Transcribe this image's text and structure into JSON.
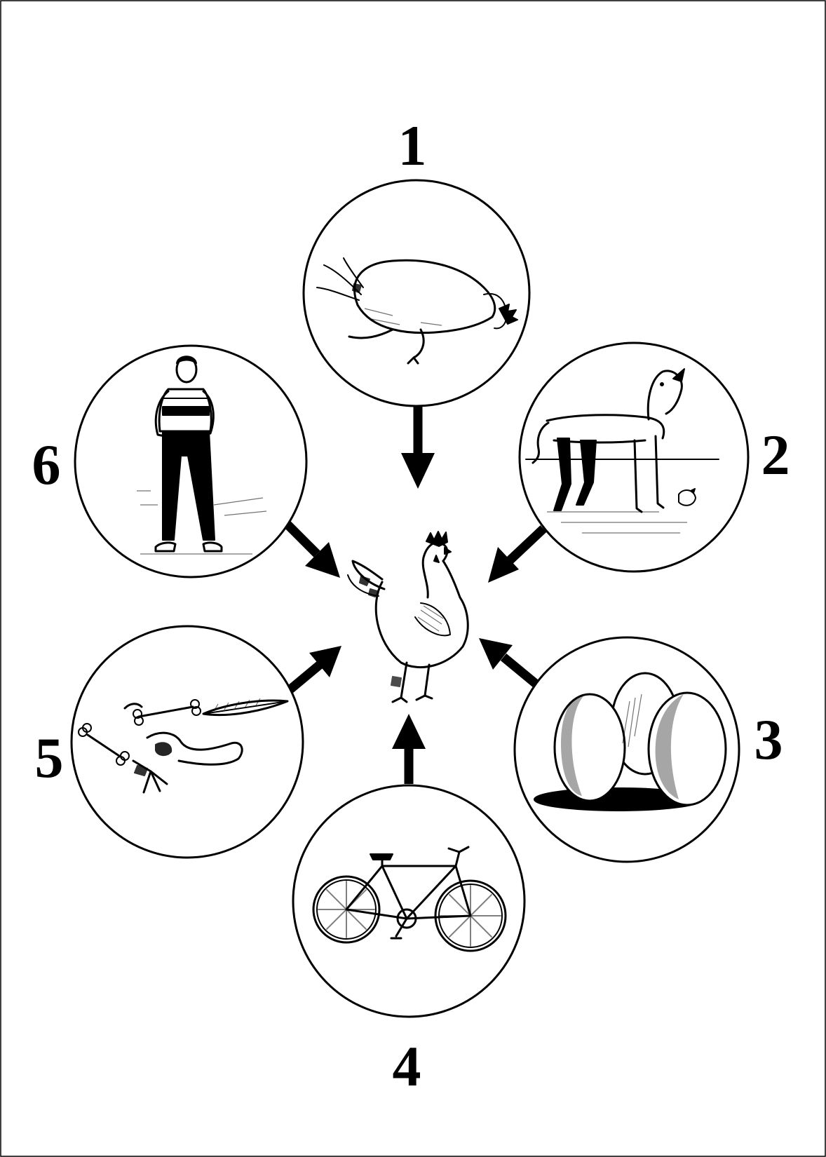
{
  "diagram": {
    "center": {
      "subject": "rooster",
      "icon": "rooster-icon"
    },
    "nodes": [
      {
        "label": "1",
        "subject": "dead-chicken",
        "icon": "dead-chicken-icon"
      },
      {
        "label": "2",
        "subject": "dog",
        "icon": "dog-icon"
      },
      {
        "label": "3",
        "subject": "eggs",
        "icon": "eggs-icon"
      },
      {
        "label": "4",
        "subject": "bicycle",
        "icon": "bicycle-icon"
      },
      {
        "label": "5",
        "subject": "bones-and-feathers",
        "icon": "bones-feathers-icon"
      },
      {
        "label": "6",
        "subject": "man",
        "icon": "man-icon"
      }
    ],
    "arrow_direction": "toward-center",
    "colors": {
      "ink": "#000000",
      "background": "#ffffff"
    }
  }
}
